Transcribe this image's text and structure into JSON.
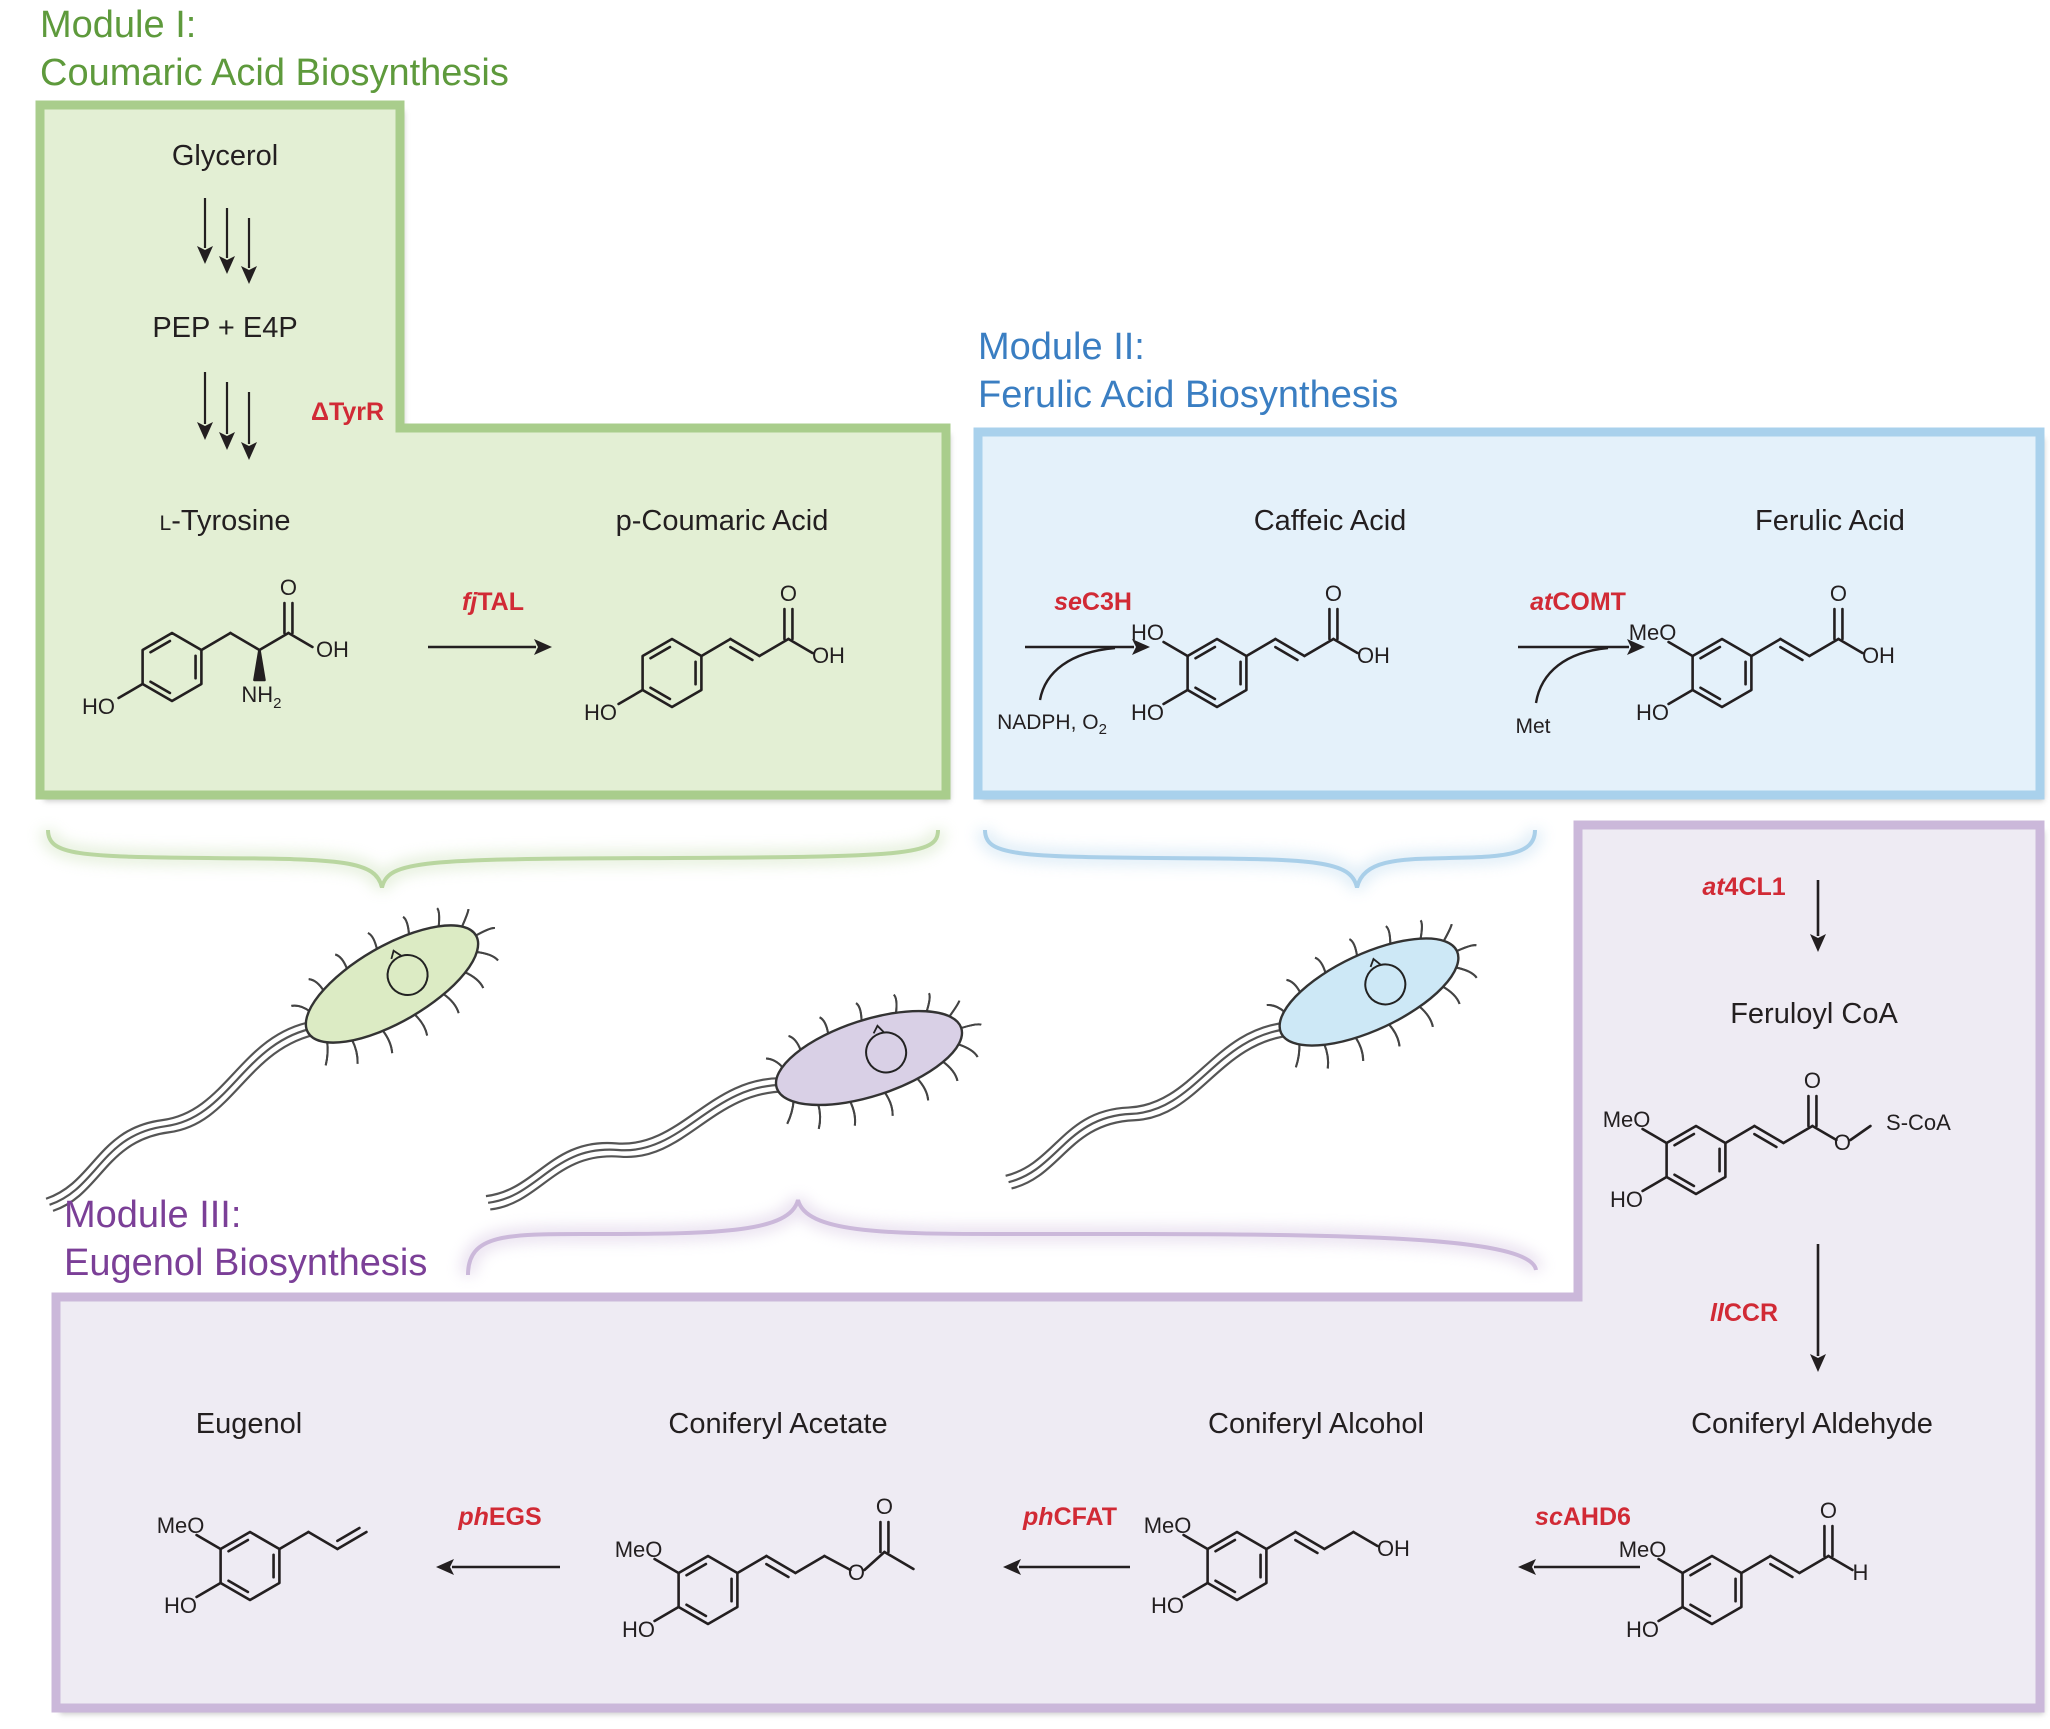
{
  "modules": {
    "m1": {
      "line1": "Module I:",
      "line2": "Coumaric Acid Biosynthesis",
      "color": "#5e9a3c",
      "fill": "#e3efd4",
      "border": "#a9cd8c"
    },
    "m2": {
      "line1": "Module II:",
      "line2": "Ferulic Acid Biosynthesis",
      "color": "#3a7ec2",
      "fill": "#e4f1fa",
      "border": "#a9d1ec"
    },
    "m3": {
      "line1": "Module III:",
      "line2": "Eugenol Biosynthesis",
      "color": "#7b3f97",
      "fill": "#eeebf3",
      "border": "#cbb8da"
    }
  },
  "compounds": {
    "glycerol": "Glycerol",
    "pep_e4p": "PEP + E4P",
    "tyrosine_prefix": "L",
    "tyrosine": "-Tyrosine",
    "coumaric": "p-Coumaric Acid",
    "caffeic": "Caffeic Acid",
    "ferulic": "Ferulic Acid",
    "feruloyl_coa": "Feruloyl CoA",
    "coniferyl_aldehyde": "Coniferyl Aldehyde",
    "coniferyl_alcohol": "Coniferyl Alcohol",
    "coniferyl_acetate": "Coniferyl Acetate",
    "eugenol": "Eugenol"
  },
  "enzymes": {
    "tyrr": "ΔTyrR",
    "fjtal": {
      "italic": "fj",
      "rest": "TAL"
    },
    "sec3h": {
      "italic": "se",
      "rest": "C3H"
    },
    "atcomt": {
      "italic": "at",
      "rest": "COMT"
    },
    "at4cl1": {
      "italic": "at",
      "rest": "4CL1"
    },
    "llccr": {
      "italic": "ll",
      "rest": "CCR"
    },
    "scahd6": {
      "italic": "sc",
      "rest": "AHD6"
    },
    "phcfat": {
      "italic": "ph",
      "rest": "CFAT"
    },
    "phegs": {
      "italic": "ph",
      "rest": "EGS"
    },
    "color": "#d12a35"
  },
  "cofactors": {
    "nadph": "NADPH, O",
    "nadph_sub": "2",
    "met": "Met"
  },
  "atoms": {
    "ho": "HO",
    "meo": "MeO",
    "oh": "OH",
    "o": "O",
    "h": "H",
    "nh2": "NH",
    "nh2_sub": "2",
    "scoa": "S-CoA"
  },
  "bacteria_colors": [
    "#dcebc4",
    "#d9d0e6",
    "#cde8f6"
  ]
}
